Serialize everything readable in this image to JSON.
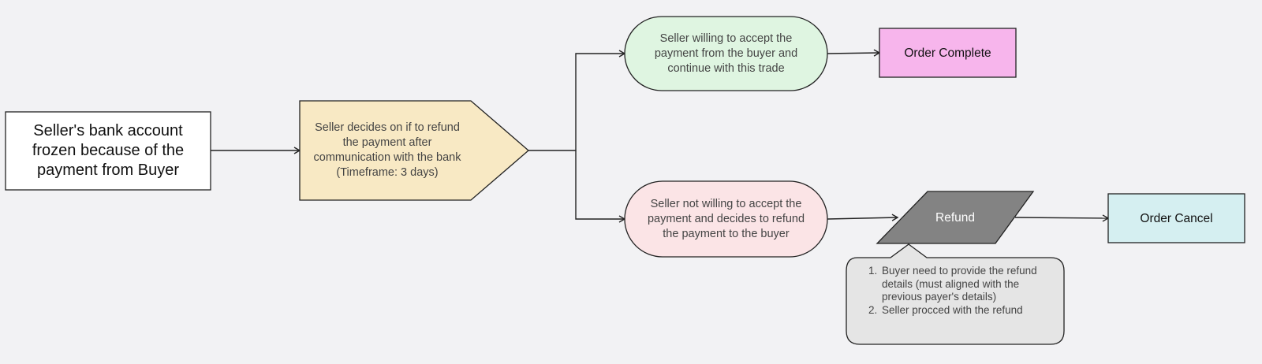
{
  "diagram": {
    "nodes": {
      "frozen": {
        "text": "Seller's bank account\nfrozen because of the\npayment from Buyer",
        "fill": "#ffffff"
      },
      "decide": {
        "text": "Seller decides on if to refund\nthe payment after\ncommunication with the bank\n(Timeframe: 3 days)",
        "fill": "#f8e9c4"
      },
      "willing": {
        "text": "Seller willing to accept the\npayment from the buyer and\ncontinue with this trade",
        "fill": "#dff5e1"
      },
      "not_willing": {
        "text": "Seller not willing to accept the\npayment and decides to refund\nthe payment to the buyer",
        "fill": "#fbe4e6"
      },
      "order_complete": {
        "text": "Order Complete",
        "fill": "#f7b5ec"
      },
      "refund": {
        "text": "Refund",
        "fill": "#838383"
      },
      "order_cancel": {
        "text": "Order Cancel",
        "fill": "#d5eff1"
      }
    },
    "refund_note": {
      "fill": "#e5e5e5",
      "items": [
        "Buyer need to provide the refund details (must aligned with the previous payer's details)",
        "Seller procced with the refund"
      ]
    }
  }
}
